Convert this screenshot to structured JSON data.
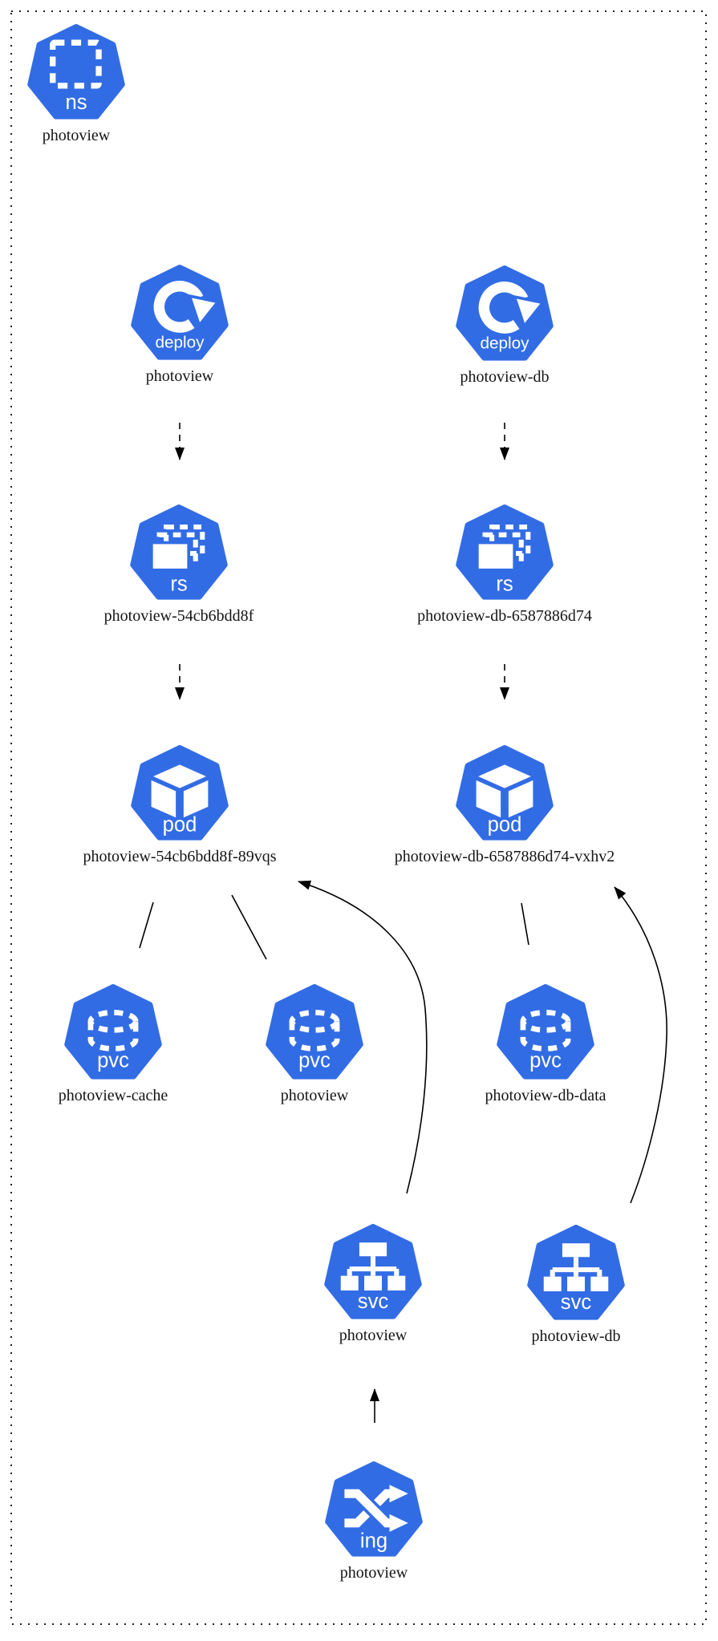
{
  "diagram": {
    "type": "kubernetes-resource-diagram",
    "accent_color": "#326CE5",
    "edge_color": "#000000",
    "nodes": {
      "ns": {
        "badge": "ns",
        "label": "photoview"
      },
      "deploy1": {
        "badge": "deploy",
        "label": "photoview"
      },
      "deploy2": {
        "badge": "deploy",
        "label": "photoview-db"
      },
      "rs1": {
        "badge": "rs",
        "label": "photoview-54cb6bdd8f"
      },
      "rs2": {
        "badge": "rs",
        "label": "photoview-db-6587886d74"
      },
      "pod1": {
        "badge": "pod",
        "label": "photoview-54cb6bdd8f-89vqs"
      },
      "pod2": {
        "badge": "pod",
        "label": "photoview-db-6587886d74-vxhv2"
      },
      "pvc1": {
        "badge": "pvc",
        "label": "photoview-cache"
      },
      "pvc2": {
        "badge": "pvc",
        "label": "photoview"
      },
      "pvc3": {
        "badge": "pvc",
        "label": "photoview-db-data"
      },
      "svc1": {
        "badge": "svc",
        "label": "photoview"
      },
      "svc2": {
        "badge": "svc",
        "label": "photoview-db"
      },
      "ing": {
        "badge": "ing",
        "label": "photoview"
      }
    },
    "edges": [
      {
        "from": "deploy1",
        "to": "rs1",
        "style": "dashed",
        "arrow": true
      },
      {
        "from": "deploy2",
        "to": "rs2",
        "style": "dashed",
        "arrow": true
      },
      {
        "from": "rs1",
        "to": "pod1",
        "style": "dashed",
        "arrow": true
      },
      {
        "from": "rs2",
        "to": "pod2",
        "style": "dashed",
        "arrow": true
      },
      {
        "from": "pod1",
        "to": "pvc1",
        "style": "solid",
        "arrow": false
      },
      {
        "from": "pod1",
        "to": "pvc2",
        "style": "solid",
        "arrow": false
      },
      {
        "from": "pod2",
        "to": "pvc3",
        "style": "solid",
        "arrow": false
      },
      {
        "from": "svc1",
        "to": "pod1",
        "style": "curved",
        "arrow": true
      },
      {
        "from": "svc2",
        "to": "pod2",
        "style": "curved",
        "arrow": true
      },
      {
        "from": "ing",
        "to": "svc1",
        "style": "solid",
        "arrow": true
      }
    ]
  }
}
